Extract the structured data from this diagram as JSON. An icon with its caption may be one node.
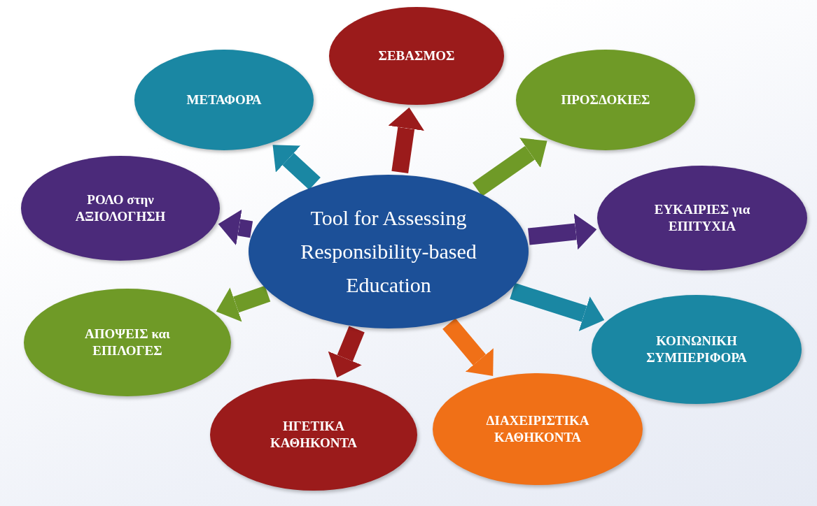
{
  "diagram": {
    "nodes": [
      {
        "text": [
          "Tool for Assessing Responsibility-based Education"
        ]
      },
      {
        "text": [
          "ΣΕΒΑΣΜΟΣ"
        ]
      },
      {
        "text": [
          "ΜΕΤΑΦΟΡΑ"
        ]
      },
      {
        "text": [
          "ΠΡΟΣΔΟΚΙΕΣ"
        ]
      },
      {
        "text": [
          "ΡΟΛΟ στην ΑΞΙΟΛΟΓΗΣΗ"
        ]
      },
      {
        "text": [
          "ΕΥΚΑΙΡΙΕΣ για ΕΠΙΤΥΧΙΑ"
        ]
      },
      {
        "text": [
          "ΑΠΟΨΕΙΣ και ΕΠΙΛΟΓΕΣ"
        ]
      },
      {
        "text": [
          "ΚΟΙΝΩΝΙΚΗ ΣΥΜΠΕΡΙΦΟΡΑ"
        ]
      },
      {
        "text": [
          "ΗΓΕΤΙΚΑ ΚΑΘΗΚΟΝΤΑ"
        ]
      },
      {
        "text": [
          "ΔΙΑΧΕΙΡΙΣΤΙΚΑ ΚΑΘΗΚΟΝΤΑ"
        ]
      }
    ],
    "edges": [
      {
        "from": 0,
        "to": 1,
        "arrow": "to",
        "color": "#9b1b1b"
      },
      {
        "from": 0,
        "to": 2,
        "arrow": "to",
        "color": "#1a87a3"
      },
      {
        "from": 0,
        "to": 3,
        "arrow": "to",
        "color": "#6f9a27"
      },
      {
        "from": 0,
        "to": 4,
        "arrow": "to",
        "color": "#4b2a7a"
      },
      {
        "from": 0,
        "to": 5,
        "arrow": "to",
        "color": "#4b2a7a"
      },
      {
        "from": 0,
        "to": 6,
        "arrow": "to",
        "color": "#6f9a27"
      },
      {
        "from": 0,
        "to": 7,
        "arrow": "to",
        "color": "#1a87a3"
      },
      {
        "from": 0,
        "to": 8,
        "arrow": "to",
        "color": "#9b1b1b"
      },
      {
        "from": 0,
        "to": 9,
        "arrow": "to",
        "color": "#f07017"
      }
    ]
  }
}
